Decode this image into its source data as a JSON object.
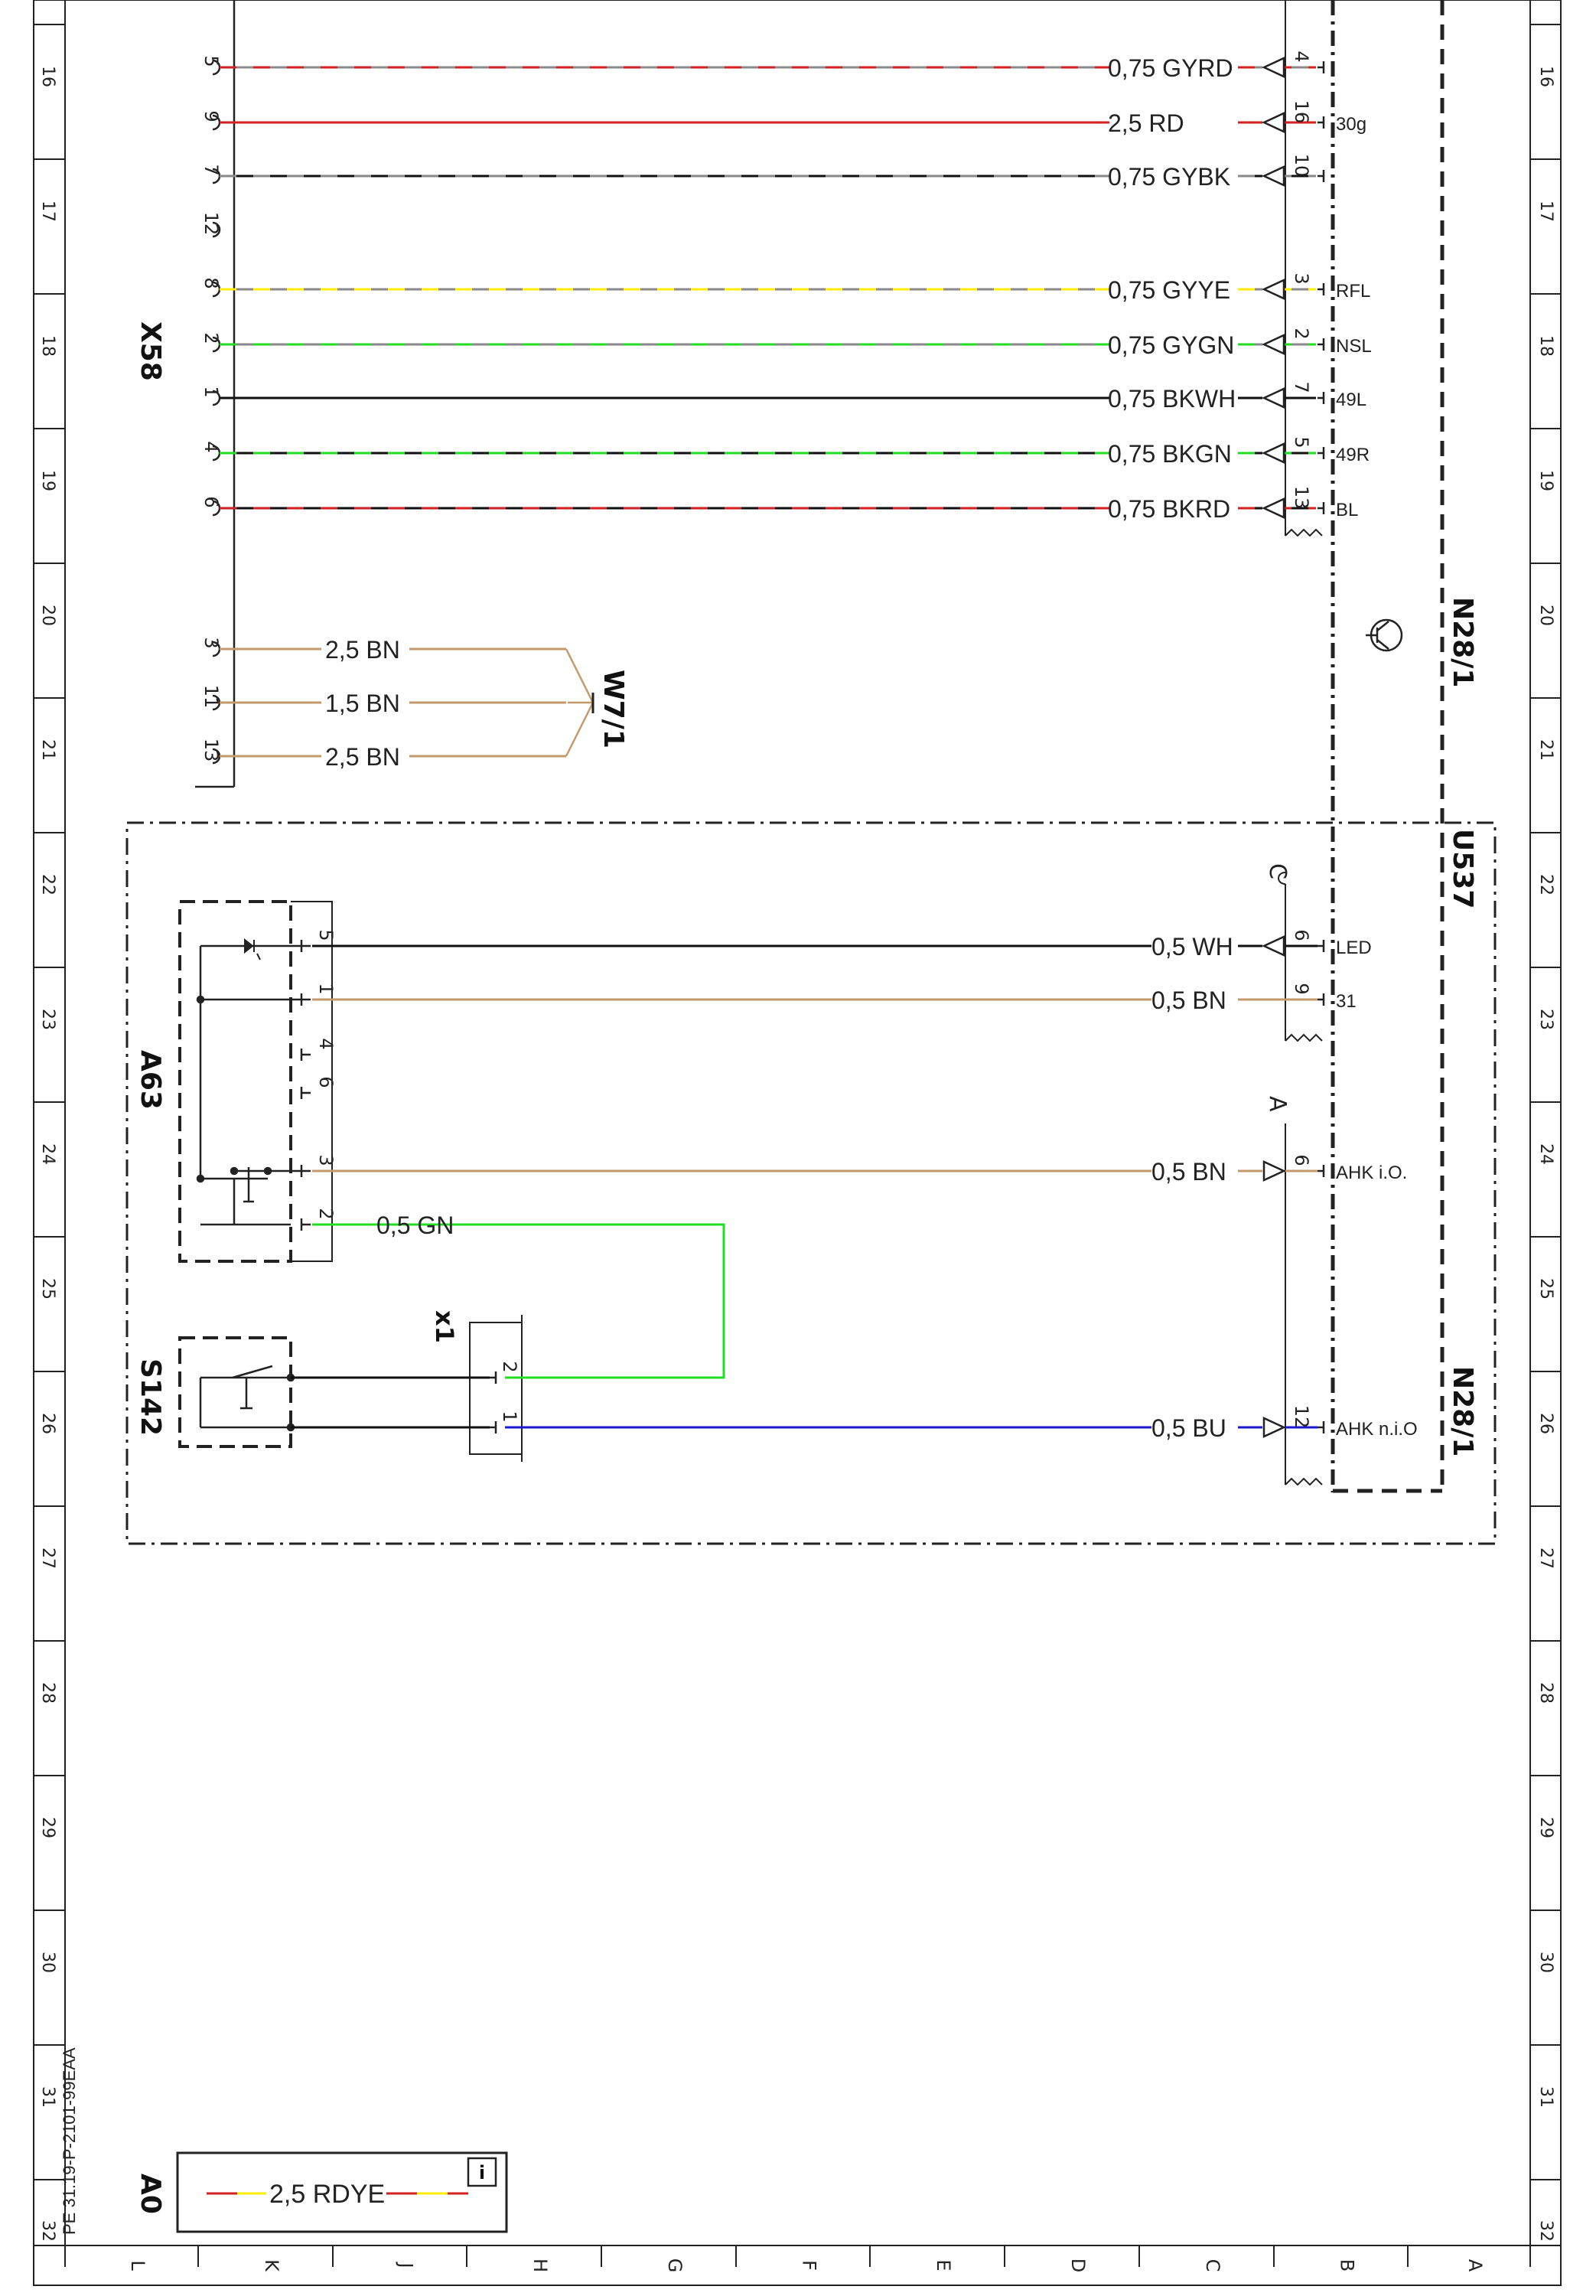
{
  "document_code": "PE 31.19-P-2101-99EAA",
  "row_numbers": [
    "16",
    "17",
    "18",
    "19",
    "20",
    "21",
    "22",
    "23",
    "24",
    "25",
    "26",
    "27",
    "28",
    "29",
    "30",
    "31",
    "32"
  ],
  "column_letters": [
    "L",
    "K",
    "J",
    "H",
    "G",
    "F",
    "E",
    "D",
    "C",
    "B",
    "A"
  ],
  "components": {
    "x58": "X58",
    "w7_1": "W7/1",
    "n28_1_top": "N28/1",
    "n28_1_bottom": "N28/1",
    "u537": "U537",
    "a63": "A63",
    "s142": "S142",
    "x1": "x1",
    "a0": "A0"
  },
  "x58_pins": [
    {
      "pin": "5",
      "wire": "0,75 GYRD",
      "npin": "4",
      "func": "",
      "colors": [
        "#d42020",
        "#8a8a8a"
      ]
    },
    {
      "pin": "9",
      "wire": "2,5 RD",
      "npin": "16",
      "func": "30g",
      "colors": [
        "#d42020"
      ]
    },
    {
      "pin": "7",
      "wire": "0,75 GYBK",
      "npin": "10",
      "func": "",
      "colors": [
        "#8a8a8a",
        "#111111"
      ]
    },
    {
      "pin": "12",
      "wire": "",
      "npin": "",
      "func": "",
      "colors": []
    },
    {
      "pin": "8",
      "wire": "0,75 GYYE",
      "npin": "3",
      "func": "RFL",
      "colors": [
        "#ffee00",
        "#8a8a8a"
      ]
    },
    {
      "pin": "2",
      "wire": "0,75 GYGN",
      "npin": "2",
      "func": "NSL",
      "colors": [
        "#22dd22",
        "#8a8a8a"
      ]
    },
    {
      "pin": "1",
      "wire": "0,75 BKWH",
      "npin": "7",
      "func": "49L",
      "colors": [
        "#111111"
      ]
    },
    {
      "pin": "4",
      "wire": "0,75 BKGN",
      "npin": "5",
      "func": "49R",
      "colors": [
        "#22dd22",
        "#111111"
      ]
    },
    {
      "pin": "6",
      "wire": "0,75 BKRD",
      "npin": "13",
      "func": "BL",
      "colors": [
        "#d42020",
        "#111111"
      ]
    }
  ],
  "ground_pins": [
    {
      "pin": "3",
      "wire": "2,5 BN"
    },
    {
      "pin": "11",
      "wire": "1,5 BN"
    },
    {
      "pin": "13",
      "wire": "2,5 BN"
    }
  ],
  "connector_c": {
    "label": "C",
    "pins": [
      {
        "a63pin": "5",
        "wire": "0,5 WH",
        "npin": "6",
        "func": "LED"
      },
      {
        "a63pin": "1",
        "wire": "0,5 BN",
        "npin": "9",
        "func": "31"
      }
    ]
  },
  "a63_unused_pins": [
    "4",
    "6"
  ],
  "connector_a": {
    "label": "A",
    "pins": [
      {
        "a63pin": "3",
        "wire": "0,5 BN",
        "npin": "6",
        "func": "AHK i.O."
      },
      {
        "x1pin": "1",
        "wire": "0,5 BU",
        "npin": "12",
        "func": "AHK n.i.O"
      }
    ]
  },
  "a63_gn": {
    "a63pin": "2",
    "wire": "0,5 GN",
    "x1pin": "2"
  },
  "legend": {
    "wire": "2,5 RDYE"
  },
  "colors": {
    "red": "#d42020",
    "gray": "#8a8a8a",
    "yellow": "#ffee00",
    "green": "#22dd22",
    "black": "#111111",
    "brown": "#c49a6c",
    "blue": "#1a1acc"
  }
}
